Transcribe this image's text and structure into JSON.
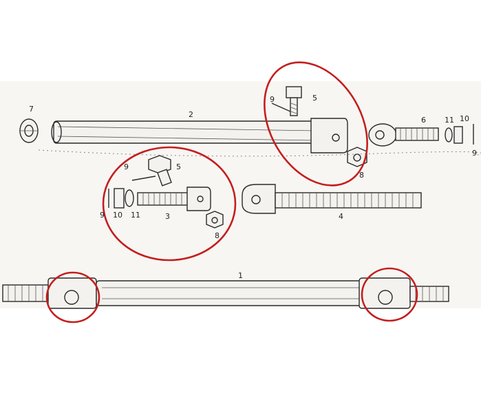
{
  "colors": {
    "highlight": "#c41e1e",
    "ink": "#2a2a2a",
    "paper": "#f4f2ee"
  },
  "labels": {
    "p1": "1",
    "p2": "2",
    "p3": "3",
    "p4": "4",
    "p5_top": "5",
    "p5_mid": "5",
    "p6": "6",
    "p7": "7",
    "p8_top": "8",
    "p8_mid": "8",
    "p9_top": "9",
    "p9_mid": "9",
    "p9_left": "9",
    "p9_right": "9",
    "p10_mid": "10",
    "p10_right": "10",
    "p11_mid": "11",
    "p11_right": "11"
  }
}
